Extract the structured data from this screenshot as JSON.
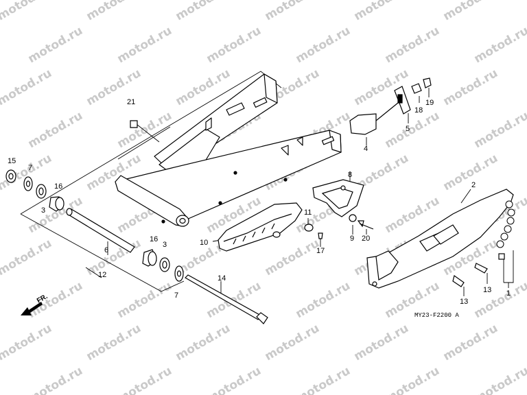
{
  "watermark": "motod.ru",
  "diagram_code": "MY23-F2200 A",
  "direction_label": "FR.",
  "callouts": {
    "c15": "15",
    "c7a": "7",
    "c3a": "3",
    "c16a": "16",
    "c6": "6",
    "c12": "12",
    "c16b": "16",
    "c3b": "3",
    "c7b": "7",
    "c14": "14",
    "c10": "10",
    "c21": "21",
    "c4": "4",
    "c5": "5",
    "c18": "18",
    "c19": "19",
    "c8": "8",
    "c11": "11",
    "c17": "17",
    "c9": "9",
    "c20": "20",
    "c2": "2",
    "c13a": "13",
    "c13b": "13",
    "c1": "1"
  }
}
